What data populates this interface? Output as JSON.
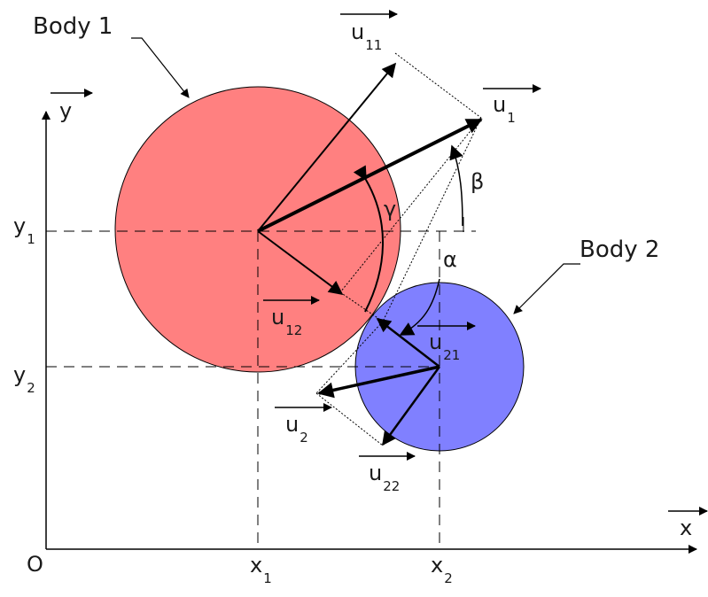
{
  "colors": {
    "body1_fill": "#ff8080",
    "body2_fill": "#8080ff",
    "ink": "#000000"
  },
  "labels": {
    "body1": "Body 1",
    "body2": "Body 2",
    "origin": "O",
    "x_axis": "x",
    "y_axis": "y",
    "x_var": "x",
    "y_var": "y",
    "u_var": "u",
    "x1_sub": "1",
    "x2_sub": "2",
    "y1_sub": "1",
    "y2_sub": "2",
    "u1_sub": "1",
    "u2_sub": "2",
    "u11_sub": "11",
    "u12_sub": "12",
    "u21_sub": "21",
    "u22_sub": "22",
    "alpha": "α",
    "beta": "β",
    "gamma": "γ"
  }
}
